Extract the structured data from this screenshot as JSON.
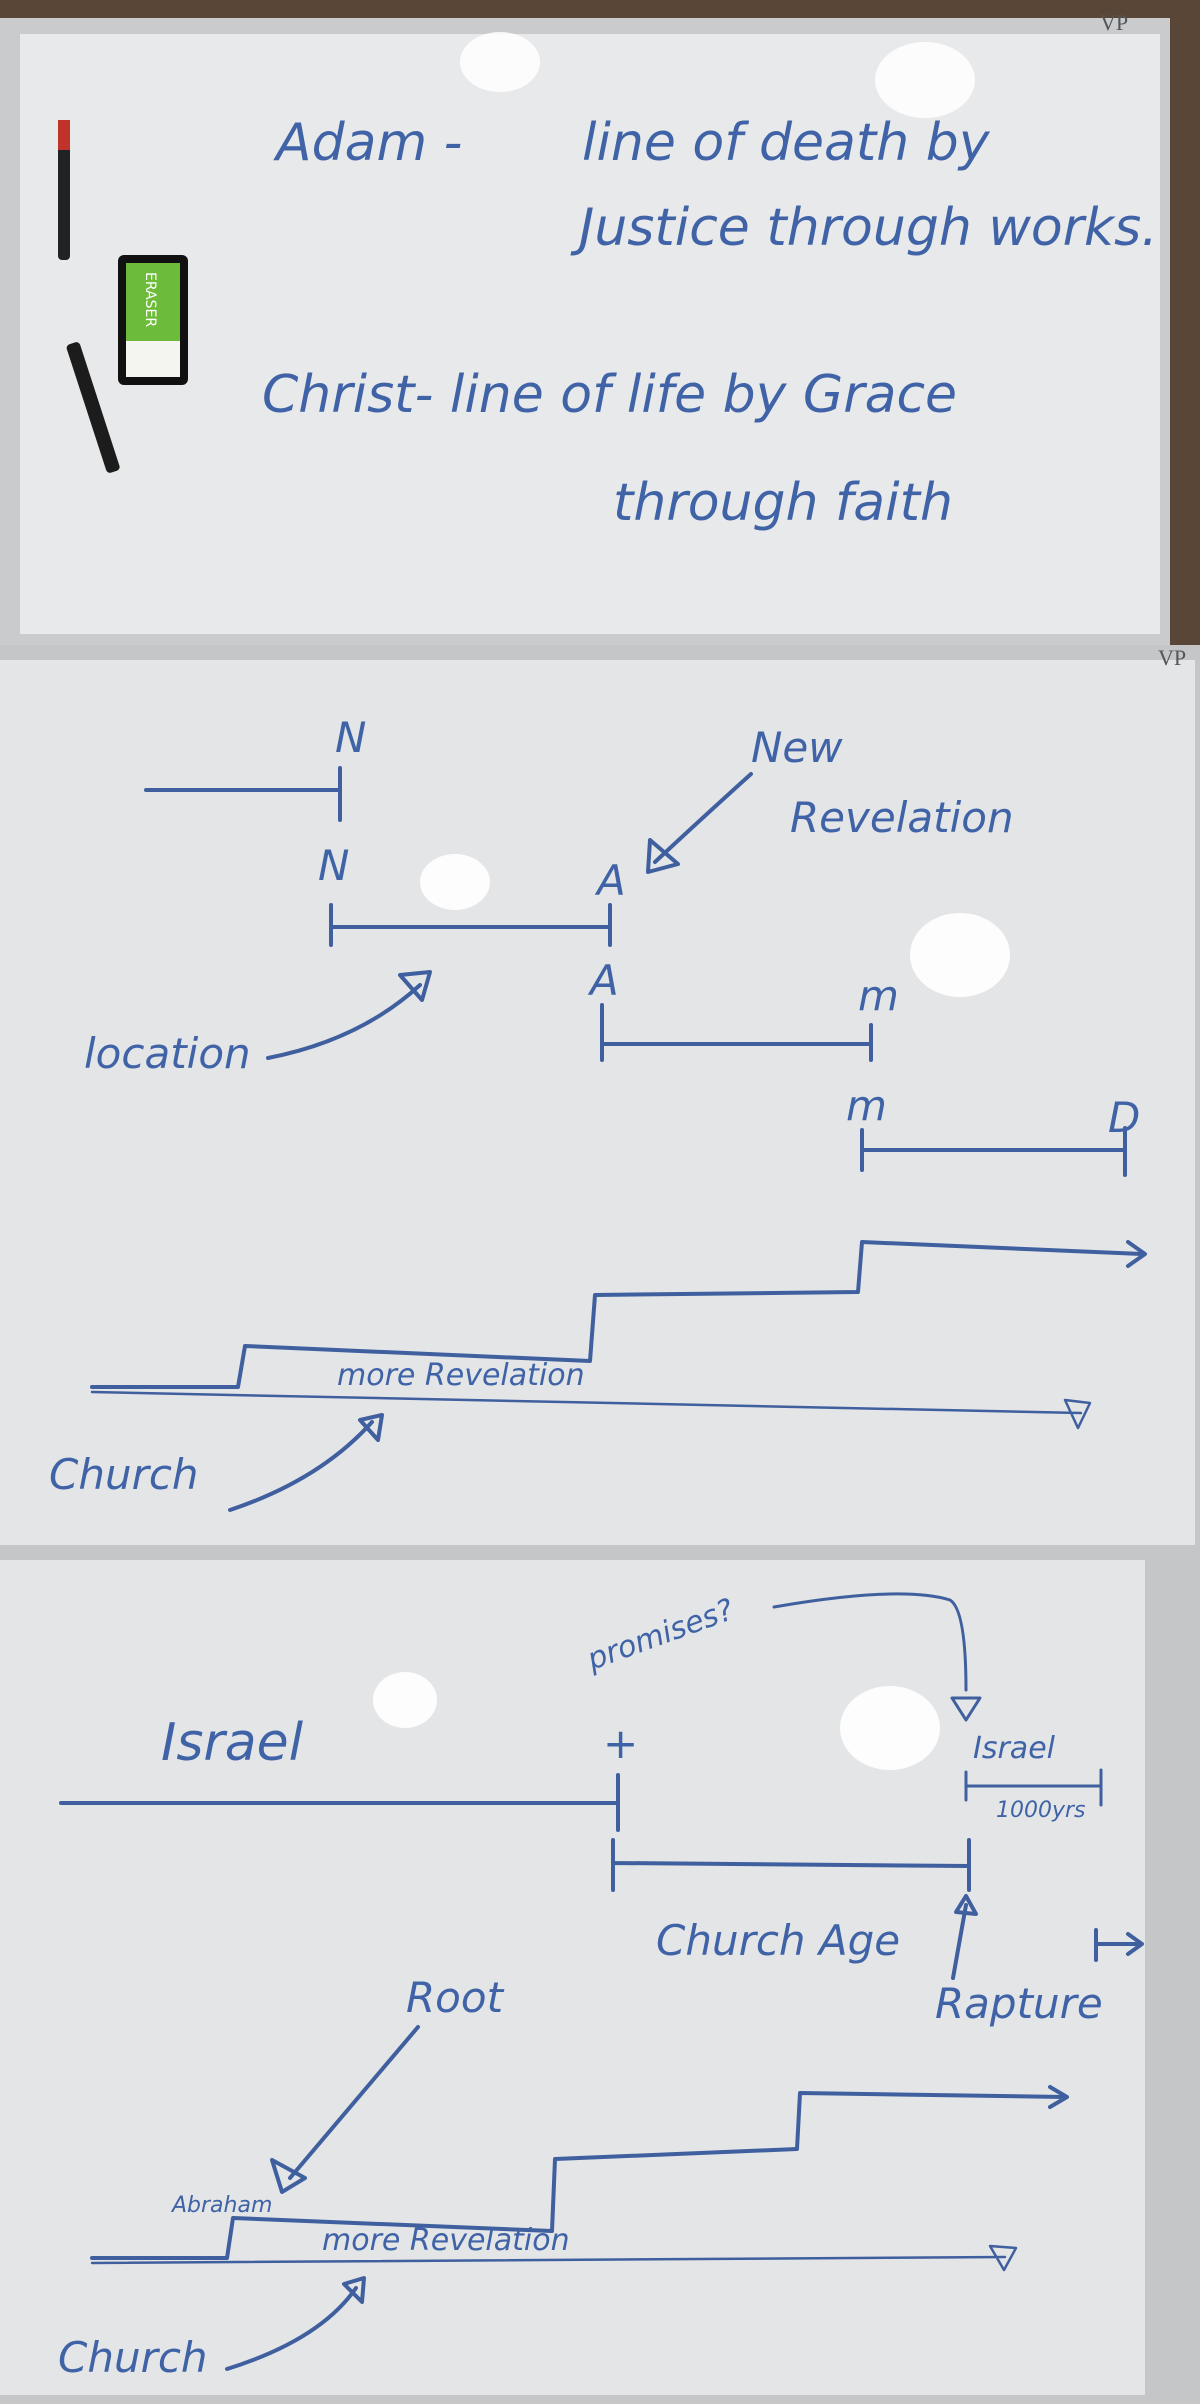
{
  "colors": {
    "ink": "#3f63a6",
    "board": "#e6e8ea",
    "wall": "#5a4636",
    "eraser_green": "#6dbb3a"
  },
  "board1": {
    "brand": "VP",
    "line1_name": "Adam -",
    "line1_rest": "line of death by",
    "line2": "Justice through works.",
    "line3": "Christ- line of life by Grace",
    "line4": "through faith",
    "eraser_label": "ERASER"
  },
  "board2": {
    "brand": "VP",
    "label_n_top": "N",
    "label_n": "N",
    "label_a_top": "A",
    "label_a": "A",
    "label_m_top": "m",
    "label_m": "m",
    "label_d": "D",
    "new_revelation_1": "New",
    "new_revelation_2": "Revelation",
    "location": "location",
    "more_revelation": "more Revelation",
    "church": "Church"
  },
  "board3": {
    "israel": "Israel",
    "cross": "+",
    "promises": "promises?",
    "israel_future": "Israel",
    "thousand_years": "1000yrs",
    "church_age": "Church Age",
    "rapture": "Rapture",
    "root": "Root",
    "abraham": "Abraham",
    "more_revelation": "more Revelation",
    "church": "Church"
  }
}
